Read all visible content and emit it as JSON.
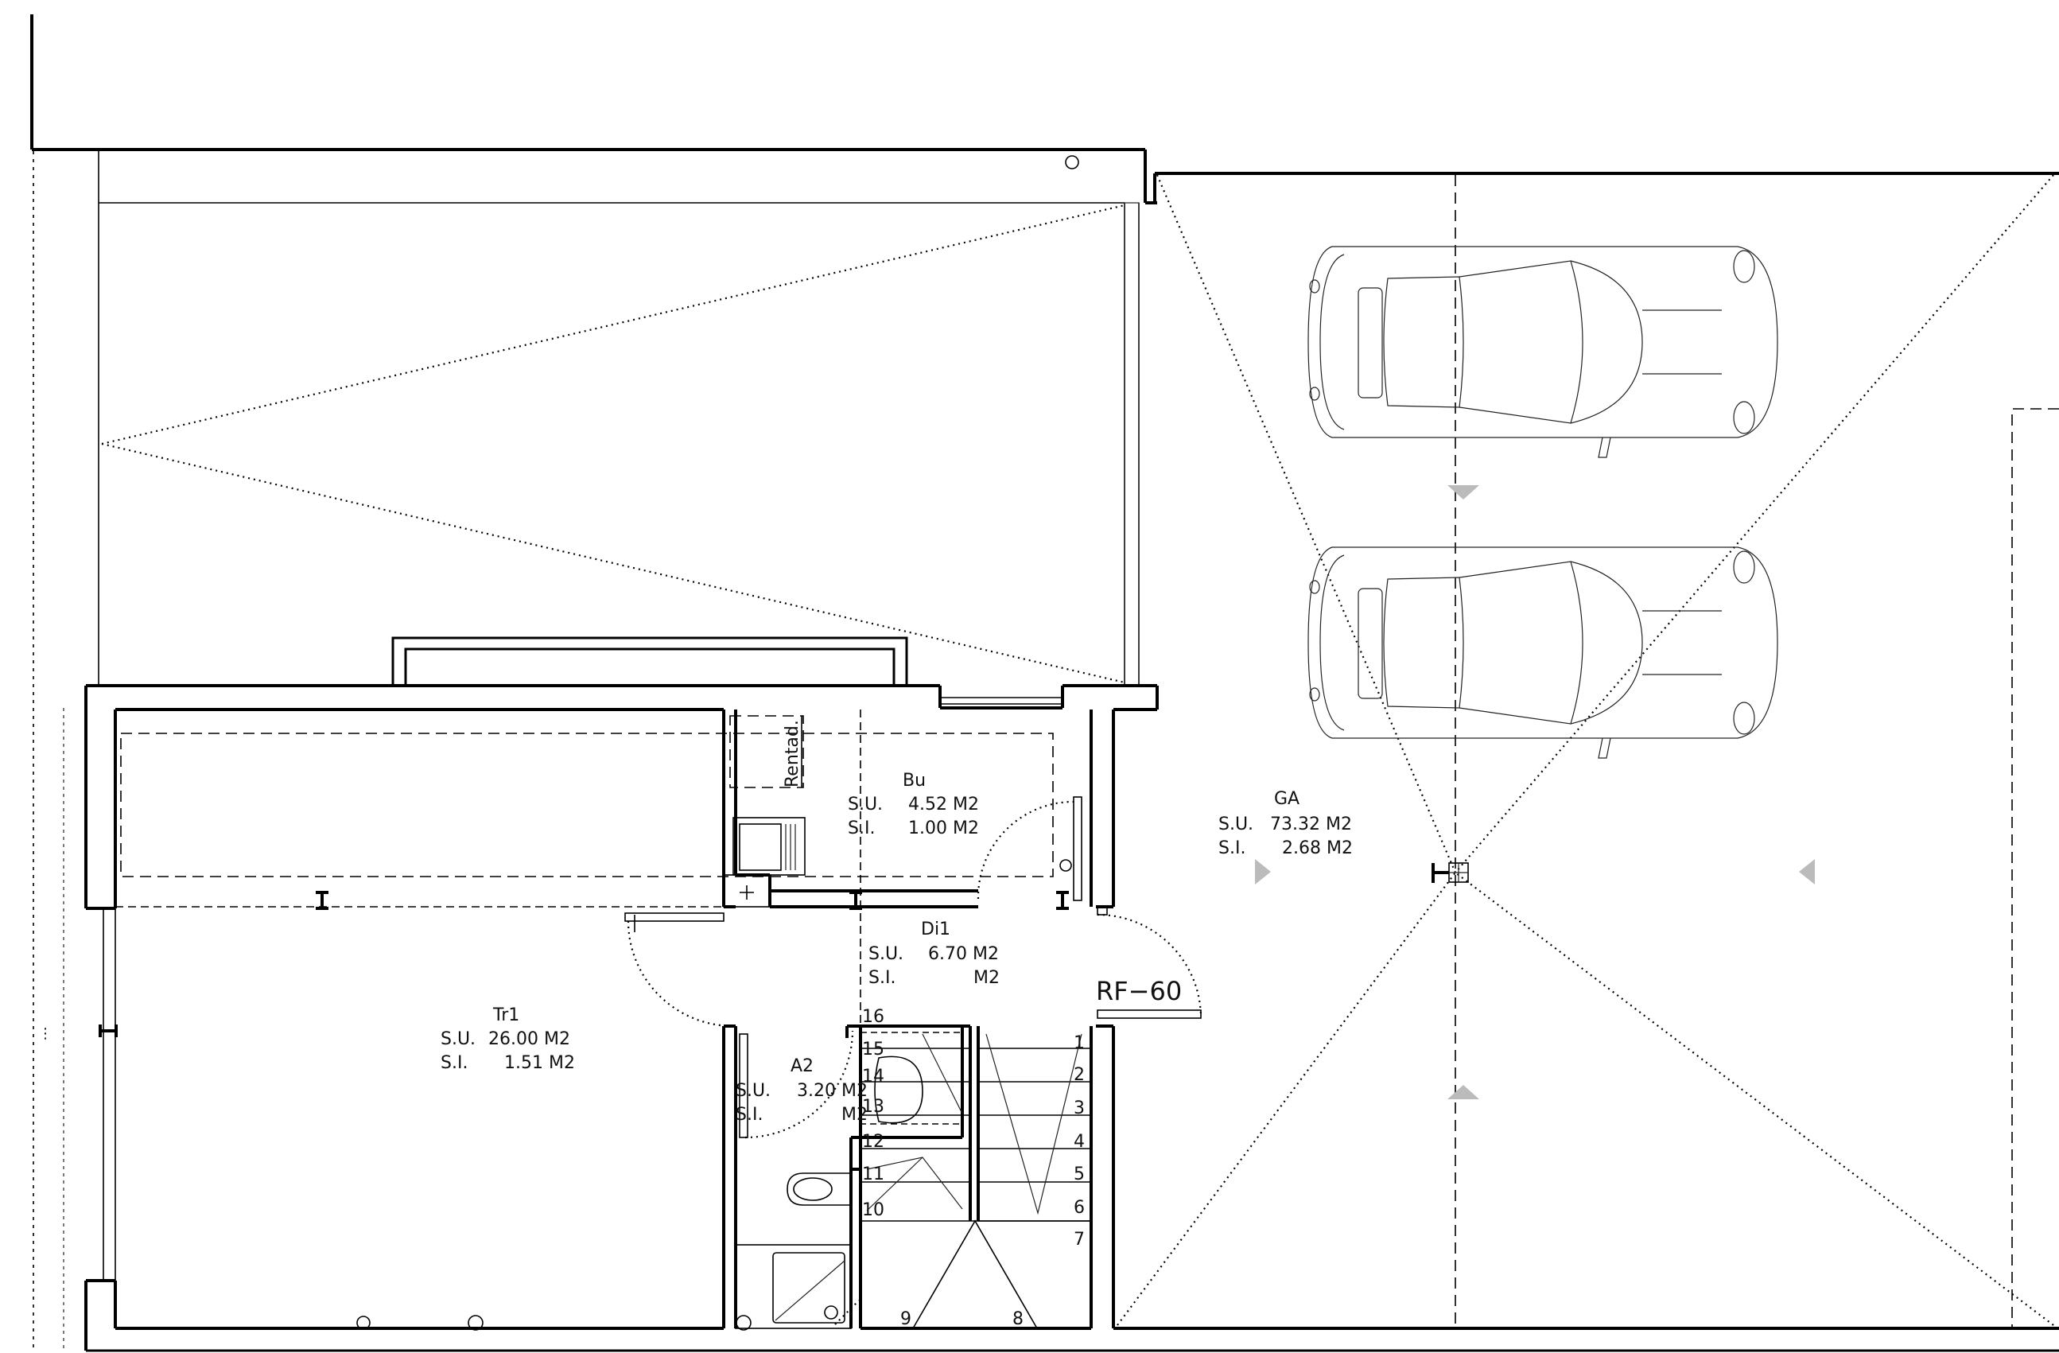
{
  "rooms": {
    "garage": {
      "code": "GA",
      "su_label": "S.U.",
      "su_value": "73.32 M2",
      "si_label": "S.I.",
      "si_value": "2.68 M2"
    },
    "storage": {
      "code": "Tr1",
      "su_label": "S.U.",
      "su_value": "26.00 M2",
      "si_label": "S.I.",
      "si_value": "1.51 M2"
    },
    "laundry": {
      "code": "Bu",
      "su_label": "S.U.",
      "su_value": "4.52 M2",
      "si_label": "S.I.",
      "si_value": "1.00 M2"
    },
    "hall": {
      "code": "Di1",
      "su_label": "S.U.",
      "su_value": "6.70 M2",
      "si_label": "S.I.",
      "si_value": "M2"
    },
    "toilet": {
      "code": "A2",
      "su_label": "S.U.",
      "su_value": "3.20 M2",
      "si_label": "S.I.",
      "si_value": "M2"
    }
  },
  "labels": {
    "fire_door": "RF−60",
    "rentad": "Rentad."
  },
  "stairs": {
    "left_flight": [
      "16",
      "15",
      "14",
      "13",
      "12",
      "11",
      "10"
    ],
    "right_flight": [
      "1",
      "2",
      "3",
      "4",
      "5",
      "6",
      "7"
    ],
    "bottom": [
      "9",
      "8"
    ]
  }
}
